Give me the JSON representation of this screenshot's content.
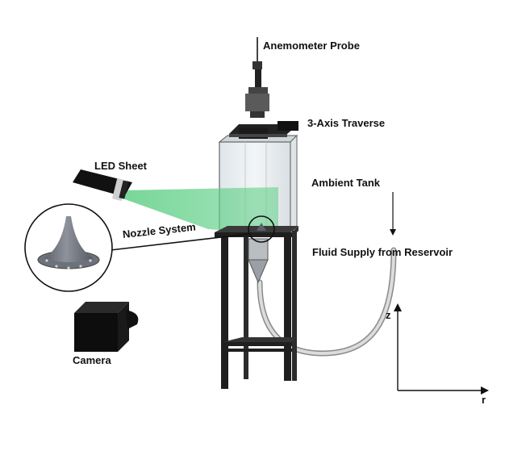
{
  "labels": {
    "anemometer_probe": "Anemometer Probe",
    "traverse": "3-Axis Traverse",
    "led_sheet": "LED Sheet",
    "ambient_tank": "Ambient Tank",
    "nozzle_system": "Nozzle System",
    "fluid_supply": "Fluid Supply from Reservoir",
    "camera": "Camera",
    "axis_z": "z",
    "axis_r": "r"
  },
  "colors": {
    "light_sheet": "#5fcf86",
    "frame": "#1c1c1c",
    "tank_glass": "#e9eef0",
    "hose": "#cfcfcf",
    "nozzle": "#7a7f88"
  }
}
